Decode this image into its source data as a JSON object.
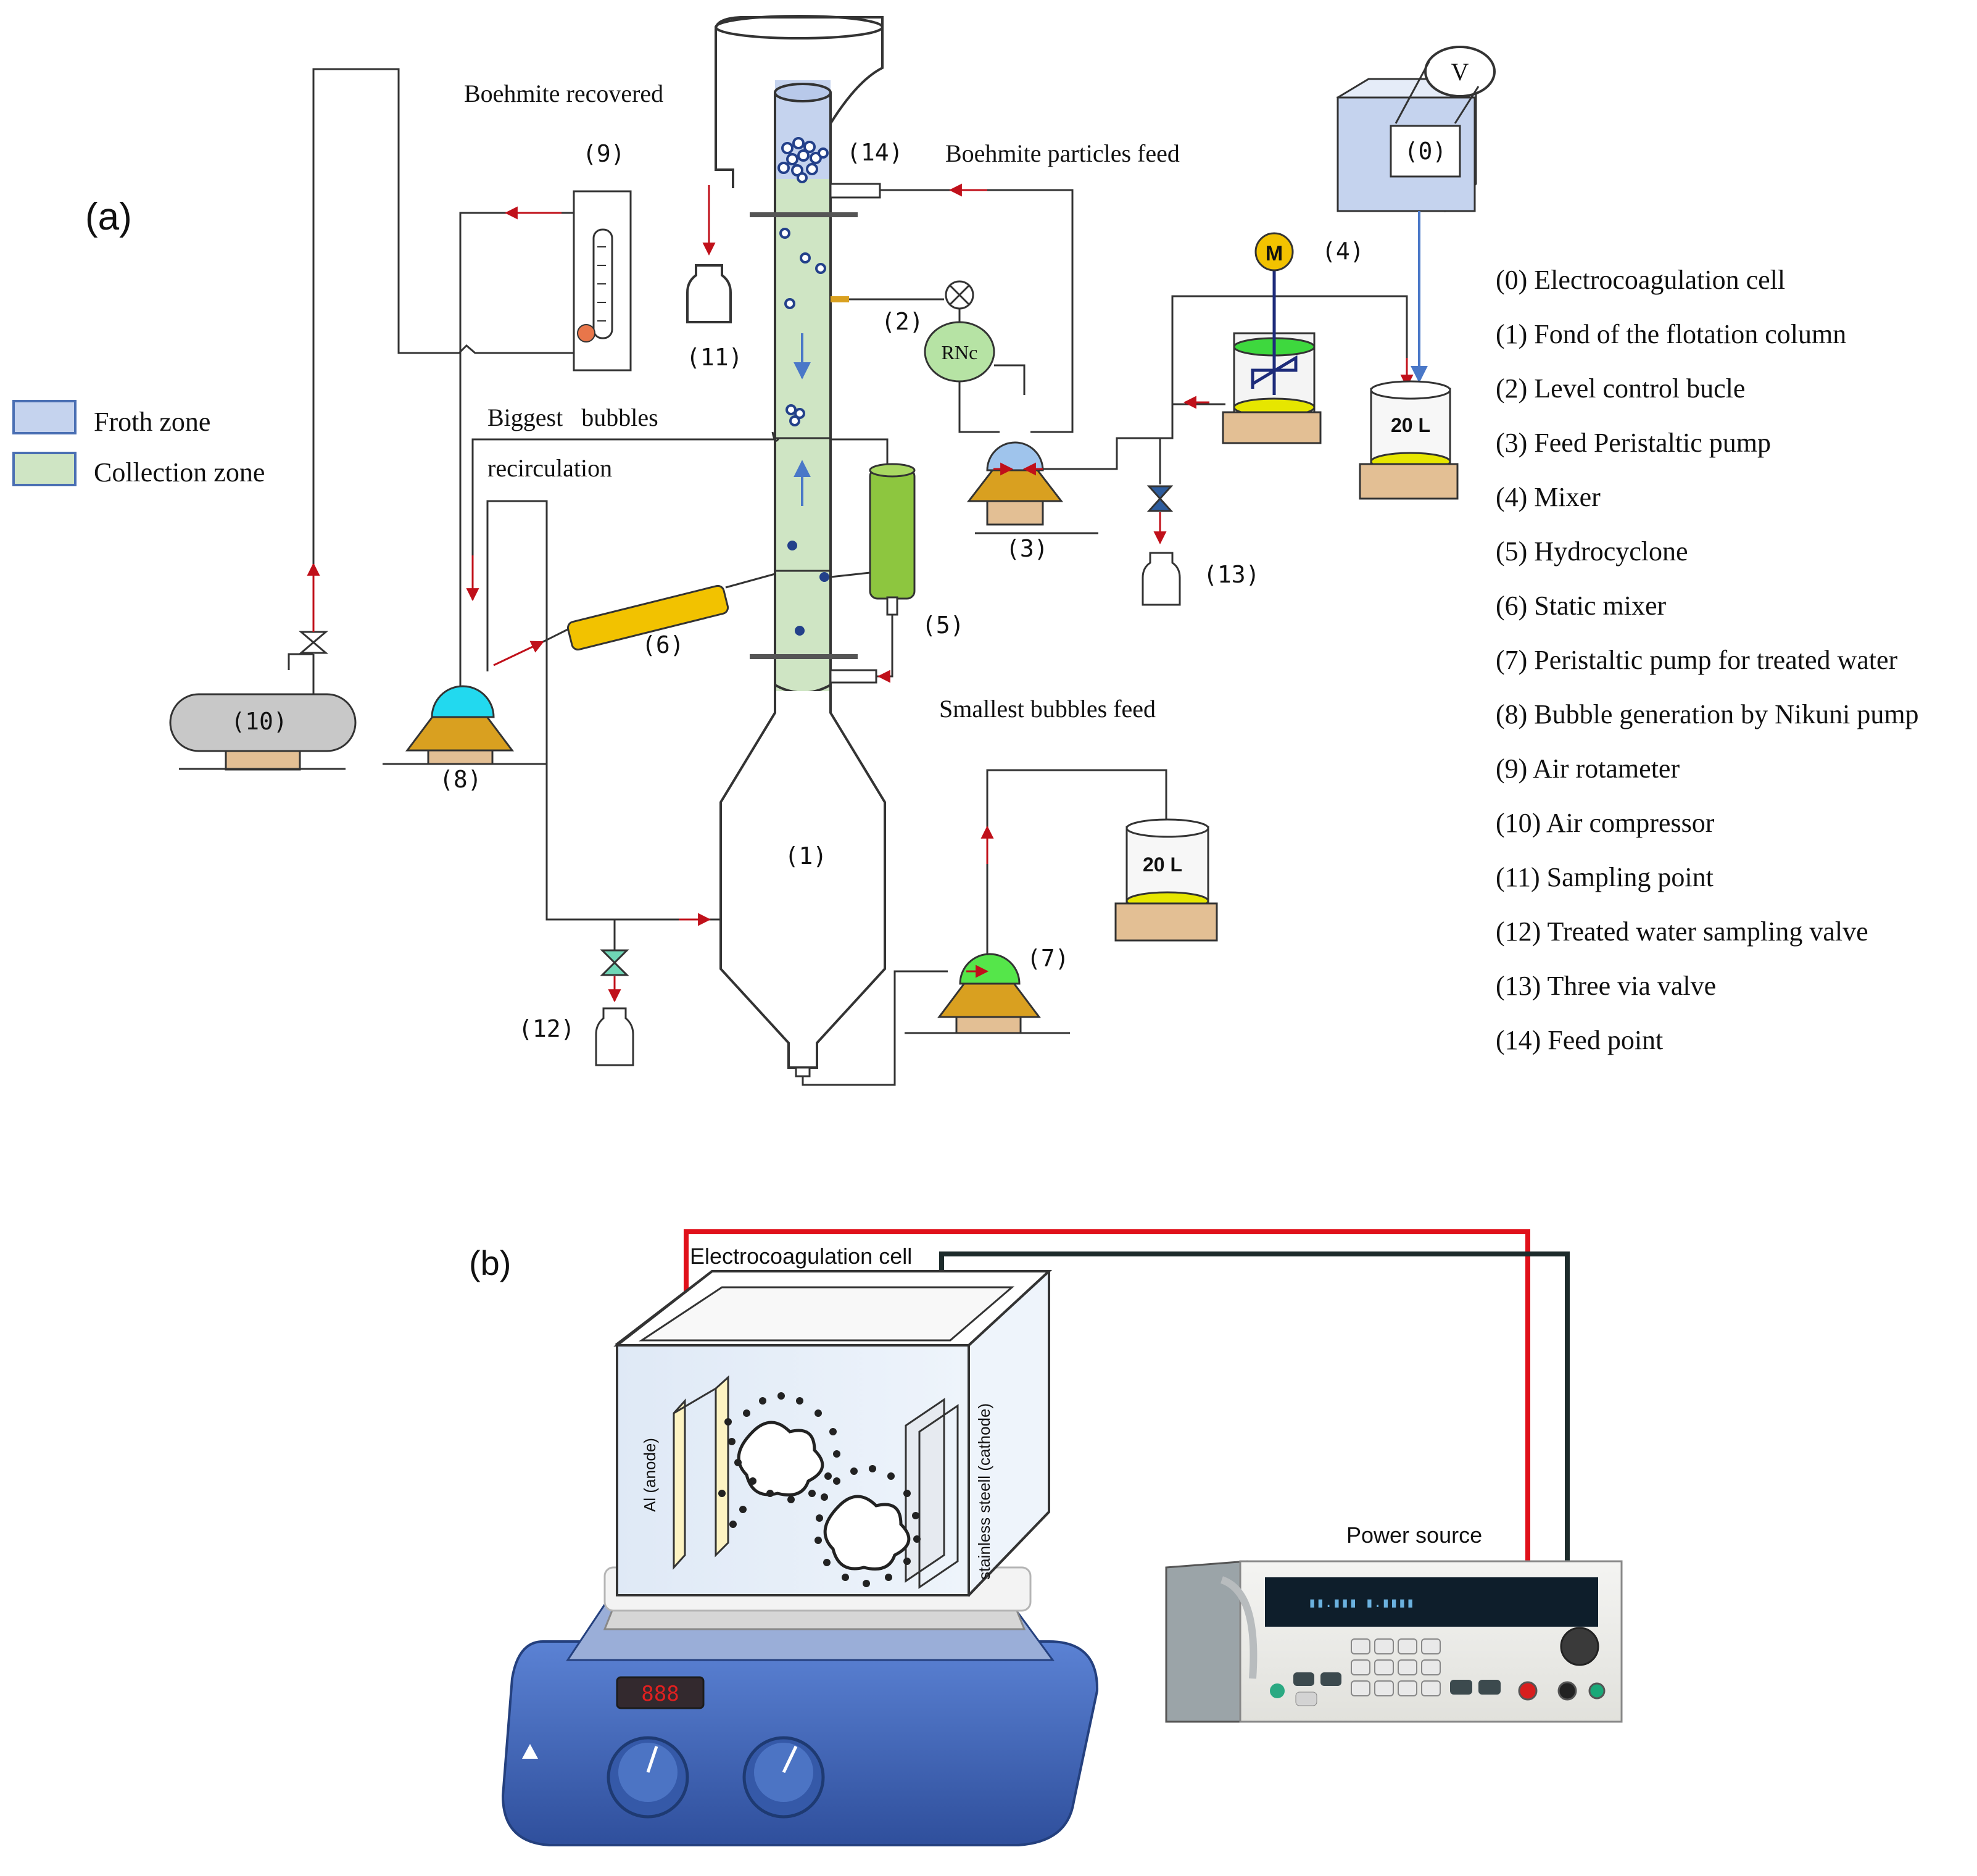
{
  "panel_a": {
    "label": "(a)",
    "legend": [
      {
        "label": "Froth zone",
        "color": "#c5d3ee"
      },
      {
        "label": "Collection zone",
        "color": "#cfe5c4"
      }
    ],
    "annotations": {
      "boehmite_recovered": "Boehmite recovered",
      "boehmite_feed": "Boehmite particles feed",
      "biggest_bubbles": "Biggest   bubbles",
      "recirculation": "recirculation",
      "smallest_bubbles": "Smallest bubbles feed",
      "tank_volume": "20 L",
      "tank_volume_2": "20 L",
      "voltmeter": "V",
      "mixer_motor": "M",
      "level_controller": "RNc"
    },
    "numbers": {
      "n0": "(0)",
      "n1": "(1)",
      "n2": "(2)",
      "n3": "(3)",
      "n4": "(4)",
      "n5": "(5)",
      "n6": "(6)",
      "n7": "(7)",
      "n8": "(8)",
      "n9": "(9)",
      "n10": "(10)",
      "n11": "(11)",
      "n12": "(12)",
      "n13": "(13)",
      "n14": "(14)"
    },
    "component_list": [
      "(0) Electrocoagulation cell",
      "(1) Fond of the flotation column",
      "(2) Level control bucle",
      "(3) Feed Peristaltic pump",
      "(4) Mixer",
      "(5) Hydrocyclone",
      "(6) Static mixer",
      "(7) Peristaltic pump for treated water",
      "(8) Bubble generation by Nikuni pump",
      "(9) Air rotameter",
      "(10) Air compressor",
      "(11) Sampling point",
      "(12) Treated water sampling valve",
      "(13) Three via valve",
      "(14) Feed point"
    ]
  },
  "panel_b": {
    "label": "(b)",
    "cell_title": "Electrocoagulation cell",
    "anode": "Al (anode)",
    "cathode": "stainless steell (cathode)",
    "power_source": "Power source"
  },
  "colors": {
    "arrow": "#c0101a",
    "froth": "#c5d3ee",
    "collection": "#cfe5c4",
    "pump_base": "#d9a020",
    "stand": "#e3bf94",
    "yellow_liquid": "#e6e600",
    "hydrocyclone": "#8dc63f",
    "static_mixer": "#f2c200",
    "compressor": "#c8c8c8",
    "hotplate_blue": "#3d62b8",
    "wire_red": "#e0101a",
    "wire_black": "#1d2b2b"
  }
}
